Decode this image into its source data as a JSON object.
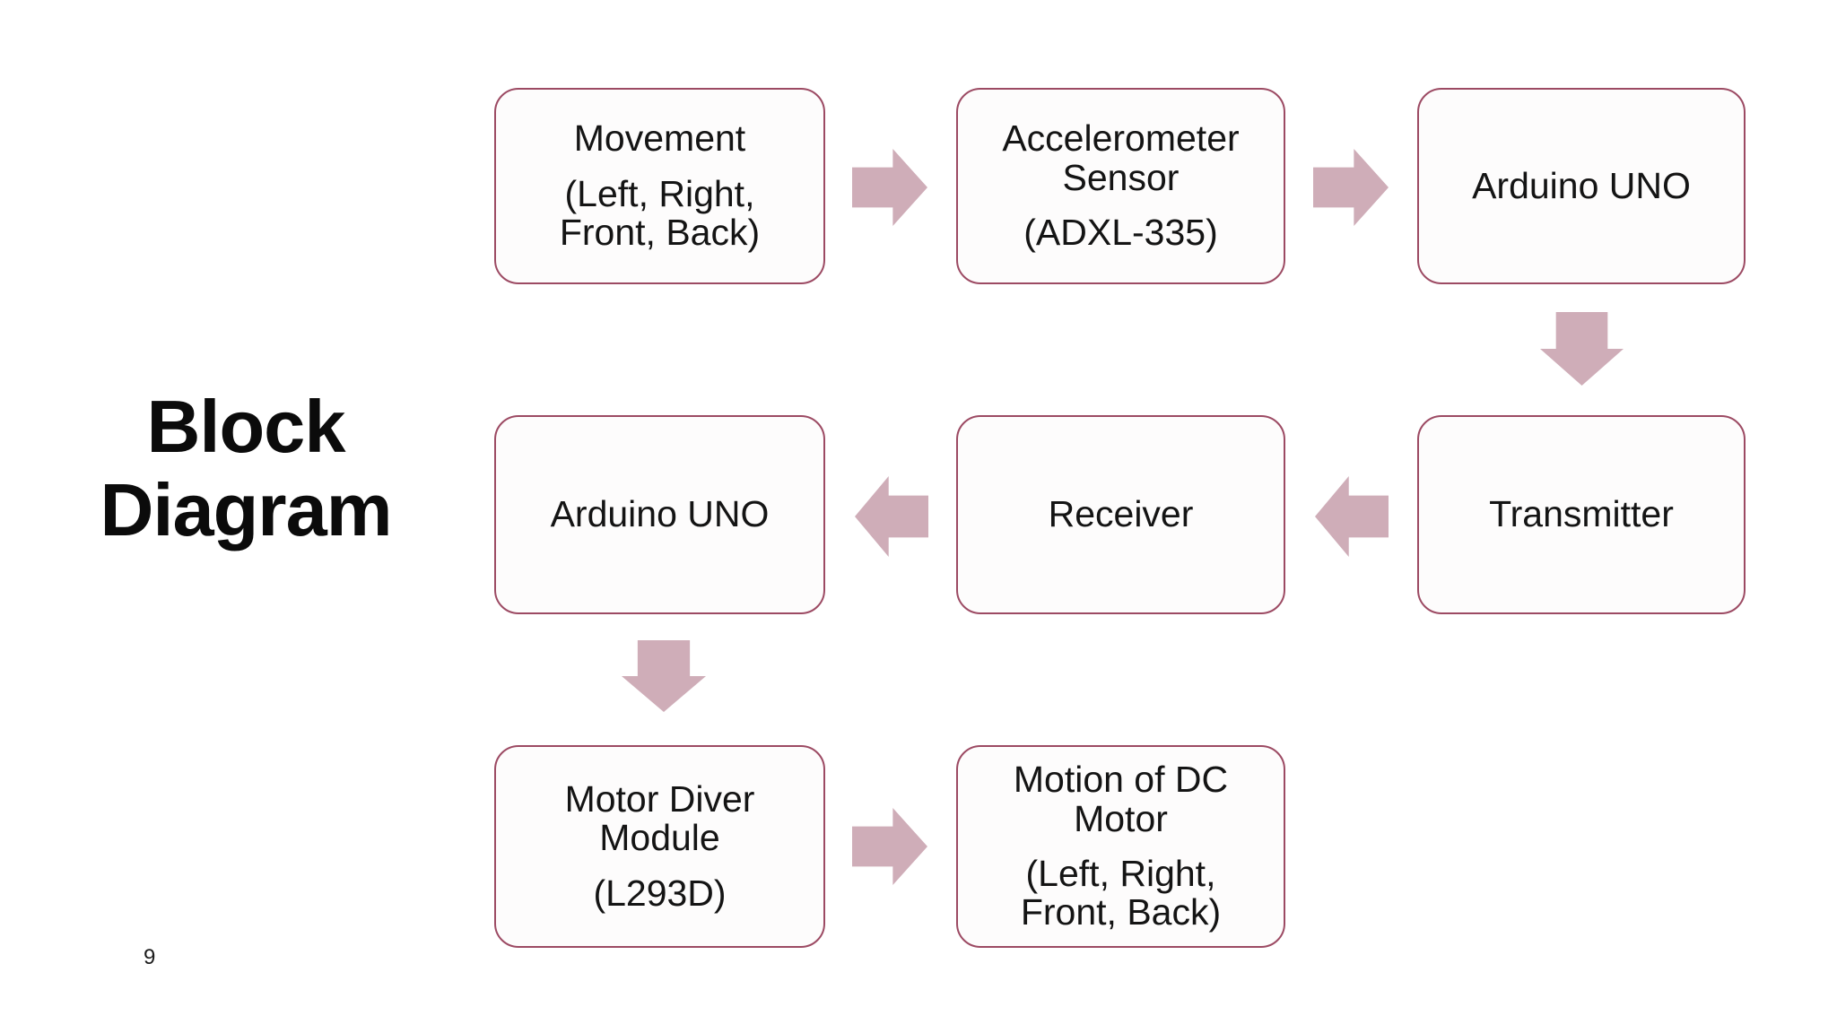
{
  "title": {
    "line1": "Block",
    "line2": "Diagram"
  },
  "page_number": "9",
  "colors": {
    "slide_bg": "#ffffff",
    "box_fill": "#fdfcfc",
    "box_border": "#9c4a63",
    "box_text": "#141414",
    "title_text": "#0b0b0b",
    "arrow_fill": "#cfadb8"
  },
  "nodes": [
    {
      "name": "movement",
      "line1": "Movement",
      "line2": "(Left, Right, Front, Back)"
    },
    {
      "name": "accelerometer-sensor",
      "line1": "Accelerometer Sensor",
      "line2": "(ADXL-335)"
    },
    {
      "name": "arduino-uno-top",
      "line1": "Arduino UNO",
      "line2": ""
    },
    {
      "name": "arduino-uno-mid",
      "line1": "Arduino UNO",
      "line2": ""
    },
    {
      "name": "receiver",
      "line1": "Receiver",
      "line2": ""
    },
    {
      "name": "transmitter",
      "line1": "Transmitter",
      "line2": ""
    },
    {
      "name": "motor-driver-module",
      "line1": "Motor Diver Module",
      "line2": "(L293D)"
    },
    {
      "name": "motion-of-dc-motor",
      "line1": "Motion of DC Motor",
      "line2": "(Left, Right, Front, Back)"
    }
  ],
  "edges": [
    {
      "from": "movement",
      "to": "accelerometer-sensor",
      "direction": "right"
    },
    {
      "from": "accelerometer-sensor",
      "to": "arduino-uno-top",
      "direction": "right"
    },
    {
      "from": "arduino-uno-top",
      "to": "transmitter",
      "direction": "down"
    },
    {
      "from": "transmitter",
      "to": "receiver",
      "direction": "left"
    },
    {
      "from": "receiver",
      "to": "arduino-uno-mid",
      "direction": "left"
    },
    {
      "from": "arduino-uno-mid",
      "to": "motor-driver-module",
      "direction": "down"
    },
    {
      "from": "motor-driver-module",
      "to": "motion-of-dc-motor",
      "direction": "right"
    }
  ]
}
